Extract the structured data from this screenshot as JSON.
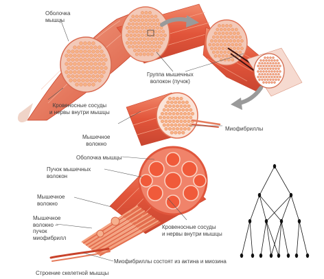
{
  "labels": {
    "sheath_top": "Оболочка\nмышцы",
    "fascicle_group": "Группа мышечных\nволокон (пучок)",
    "vessels_top": "Кровеносные сосуды\nи нервы внутри мышцы",
    "muscle_fiber_mid": "Мышечное\nволокно",
    "myofibrils": "Миофибриллы",
    "sheath_bottom": "Оболочка мышцы",
    "fiber_bundle": "Пучок мышечных\nволокон",
    "muscle_fiber_bottom": "Мышечное\nволокно",
    "fiber_myofibril_bundle": "Мышечное\nволокно –\nпучок\nмиофибрилл",
    "vessels_bottom": "Кровеносные сосуды\nи нервы внутри мышцы",
    "actin_myosin": "Миофибриллы состоят из актина и миозина",
    "caption": "Строение скелетной мышцы"
  },
  "colors": {
    "muscle": "#e65a3c",
    "muscle_dark": "#c8422a",
    "muscle_light": "#f08a64",
    "fiber_cell": "#f7b183",
    "arrow": "#8a8a8a",
    "node": "#111111"
  }
}
